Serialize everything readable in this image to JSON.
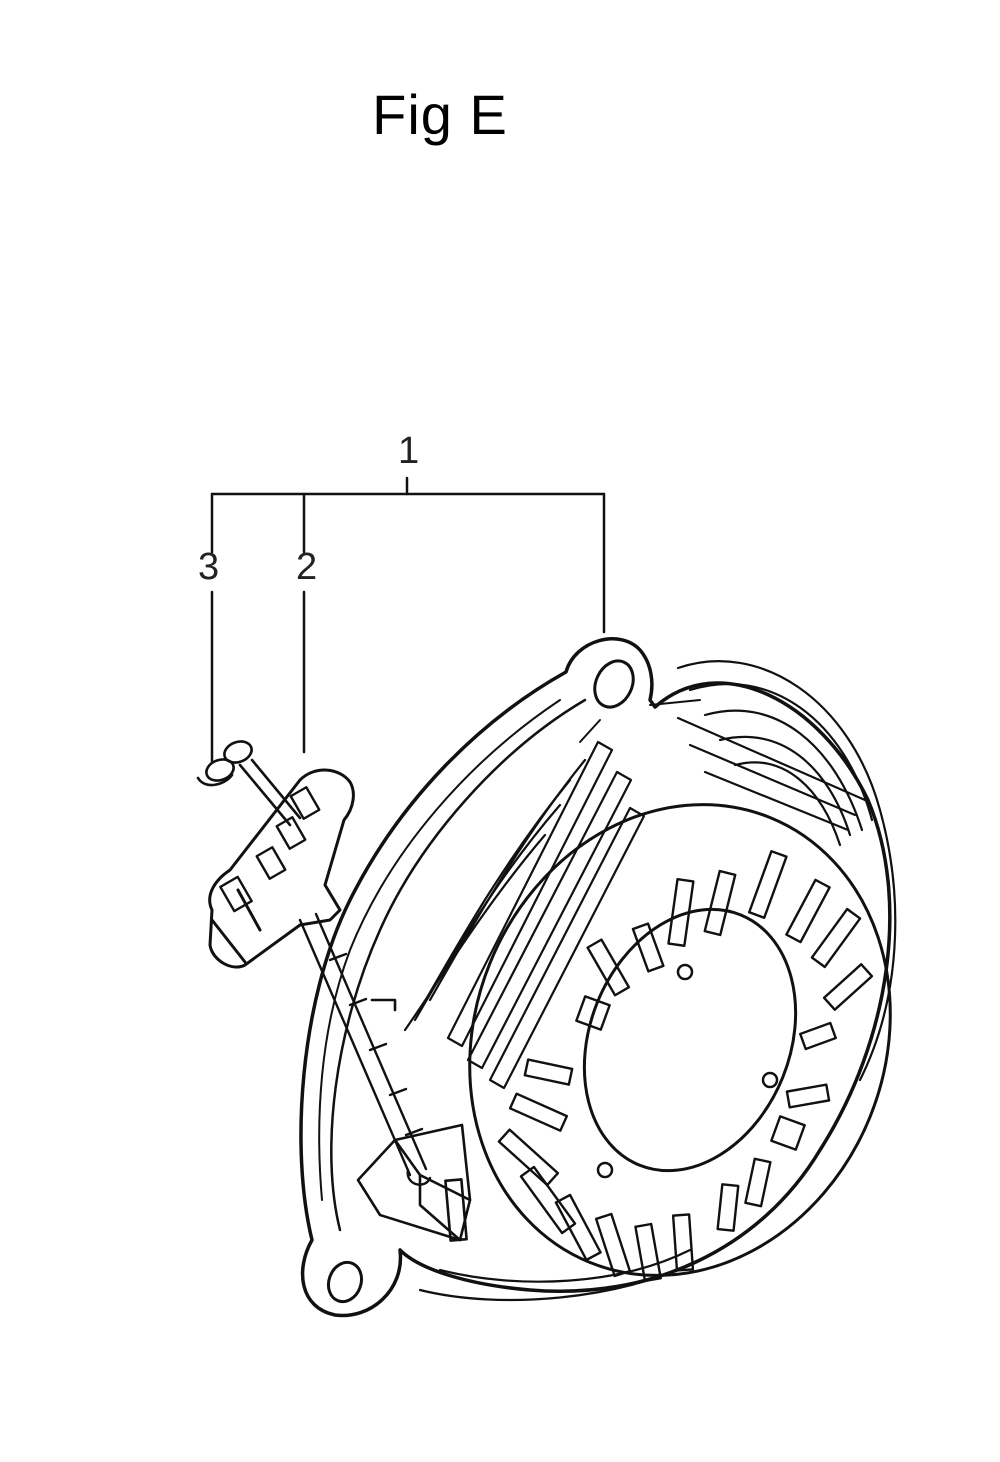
{
  "figure": {
    "title": "Fig E",
    "callouts": [
      {
        "id": "1",
        "label": "1"
      },
      {
        "id": "2",
        "label": "2"
      },
      {
        "id": "3",
        "label": "3"
      }
    ]
  },
  "colors": {
    "line": "#111111",
    "background": "#ffffff"
  }
}
